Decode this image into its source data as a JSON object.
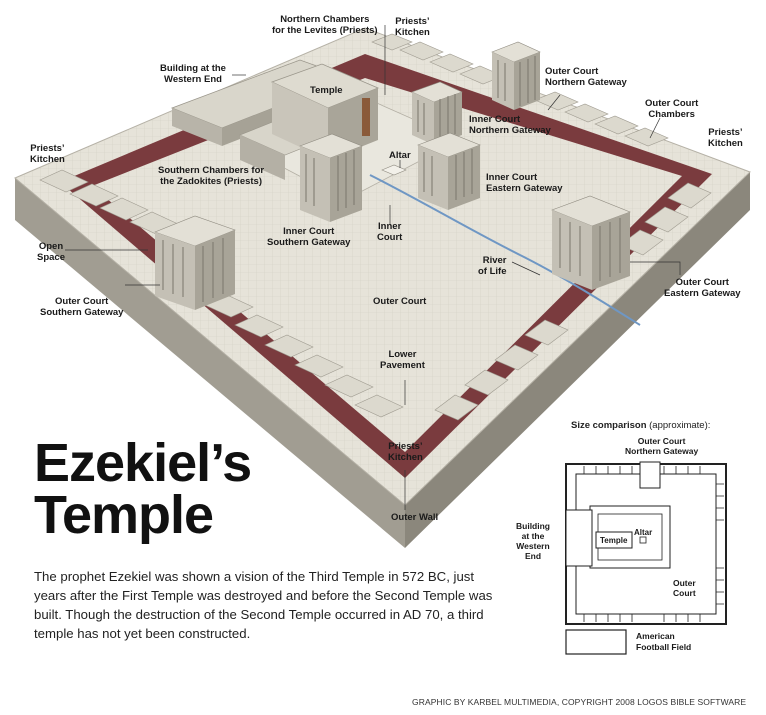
{
  "title_line1": "Ezekiel’s",
  "title_line2": "Temple",
  "description": "The prophet Ezekiel was shown a vision of the Third Temple in 572 BC, just years after the First Temple was destroyed and before the Second Temple was built. Though the destruction of the Second Temple occurred in AD 70, a third temple has not yet been constructed.",
  "credit": "GRAPHIC BY KARBEL MULTIMEDIA, COPYRIGHT 2008 LOGOS BIBLE SOFTWARE",
  "labels": {
    "northern_chambers": "Northern  Chambers\nfor the Levites (Priests)",
    "priests_kitchen_top": "Priests’\nKitchen",
    "building_western_end": "Building at the\nWestern End",
    "temple": "Temple",
    "outer_court_northern_gateway": "Outer Court\nNorthern Gateway",
    "outer_court_chambers": "Outer Court\nChambers",
    "priests_kitchen_right": "Priests’\nKitchen",
    "priests_kitchen_left": "Priests’\nKitchen",
    "inner_court_northern_gateway": "Inner Court\nNorthern Gateway",
    "altar": "Altar",
    "southern_chambers": "Southern Chambers for\nthe Zadokites (Priests)",
    "inner_court_eastern_gateway": "Inner Court\nEastern Gateway",
    "inner_court": "Inner\nCourt",
    "inner_court_southern_gateway": "Inner Court\nSouthern Gateway",
    "open_space": "Open\nSpace",
    "river_of_life": "River\nof Life",
    "outer_court_eastern_gateway": "Outer Court\nEastern Gateway",
    "outer_court": "Outer Court",
    "outer_court_southern_gateway": "Outer Court\nSouthern Gateway",
    "lower_pavement": "Lower\nPavement",
    "priests_kitchen_bottom": "Priests’\nKitchen",
    "outer_wall": "Outer Wall"
  },
  "comparison": {
    "heading_bold": "Size comparison",
    "heading_normal": " (approximate):",
    "northern_gateway": "Outer Court\nNorthern Gateway",
    "building_western_end": "Building\nat the\nWestern\nEnd",
    "temple": "Temple",
    "altar": "Altar",
    "outer_court": "Outer\nCourt",
    "football_field": "American\nFootball Field"
  },
  "colors": {
    "pavement": "#7a3b3e",
    "ground": "#e4e1d6",
    "building": "#d6d3c8",
    "river": "#6f97c4",
    "wall": "#bdb9ad"
  }
}
